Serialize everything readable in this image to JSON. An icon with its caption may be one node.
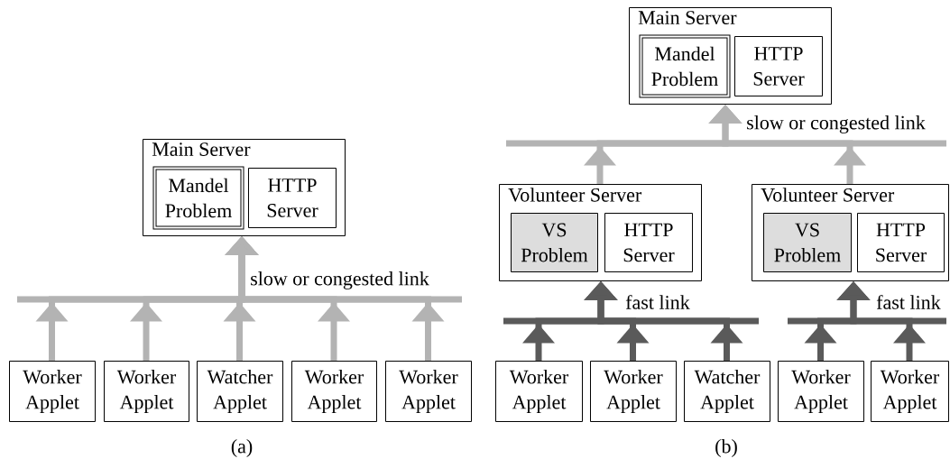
{
  "diagram": {
    "nodes": [
      {
        "text": [
          "Main Server"
        ]
      },
      {
        "text": [
          "Mandel Problem"
        ],
        "in": 0
      },
      {
        "text": [
          "HTTP Server"
        ],
        "in": 0
      },
      {
        "text": [
          "Worker Applet"
        ]
      },
      {
        "text": [
          "Worker Applet"
        ]
      },
      {
        "text": [
          "Watcher Applet"
        ]
      },
      {
        "text": [
          "Worker Applet"
        ]
      },
      {
        "text": [
          "Worker Applet"
        ]
      },
      {
        "text": [
          "Main Server"
        ]
      },
      {
        "text": [
          "Mandel Problem"
        ],
        "in": 8
      },
      {
        "text": [
          "HTTP Server"
        ],
        "in": 8
      },
      {
        "text": [
          "Volunteer Server"
        ]
      },
      {
        "text": [
          "VS Problem"
        ],
        "in": 11
      },
      {
        "text": [
          "HTTP Server"
        ],
        "in": 11
      },
      {
        "text": [
          "Volunteer Server"
        ]
      },
      {
        "text": [
          "VS Problem"
        ],
        "in": 14
      },
      {
        "text": [
          "HTTP Server"
        ],
        "in": 14
      },
      {
        "text": [
          "Worker Applet"
        ]
      },
      {
        "text": [
          "Worker Applet"
        ]
      },
      {
        "text": [
          "Watcher Applet"
        ]
      },
      {
        "text": [
          "Worker Applet"
        ]
      },
      {
        "text": [
          "Worker Applet"
        ]
      }
    ],
    "edges": [
      {
        "from": 3,
        "to": 0,
        "arrow": "to"
      },
      {
        "from": 4,
        "to": 0,
        "arrow": "to"
      },
      {
        "from": 5,
        "to": 0,
        "arrow": "to"
      },
      {
        "from": 6,
        "to": 0,
        "arrow": "to"
      },
      {
        "from": 7,
        "to": 0,
        "arrow": "to"
      },
      {
        "from": 11,
        "to": 8,
        "arrow": "to"
      },
      {
        "from": 14,
        "to": 8,
        "arrow": "to"
      },
      {
        "from": 17,
        "to": 11,
        "arrow": "to",
        "color": "#5a5a5a"
      },
      {
        "from": 18,
        "to": 11,
        "arrow": "to",
        "color": "#5a5a5a"
      },
      {
        "from": 19,
        "to": 11,
        "arrow": "to",
        "color": "#5a5a5a"
      },
      {
        "from": 20,
        "to": 14,
        "arrow": "to",
        "color": "#5a5a5a"
      },
      {
        "from": 21,
        "to": 14,
        "arrow": "to",
        "color": "#5a5a5a"
      }
    ],
    "labels": [
      "slow or congested link",
      "slow or congested link",
      "fast link",
      "fast link",
      "(a)",
      "(b)"
    ]
  }
}
